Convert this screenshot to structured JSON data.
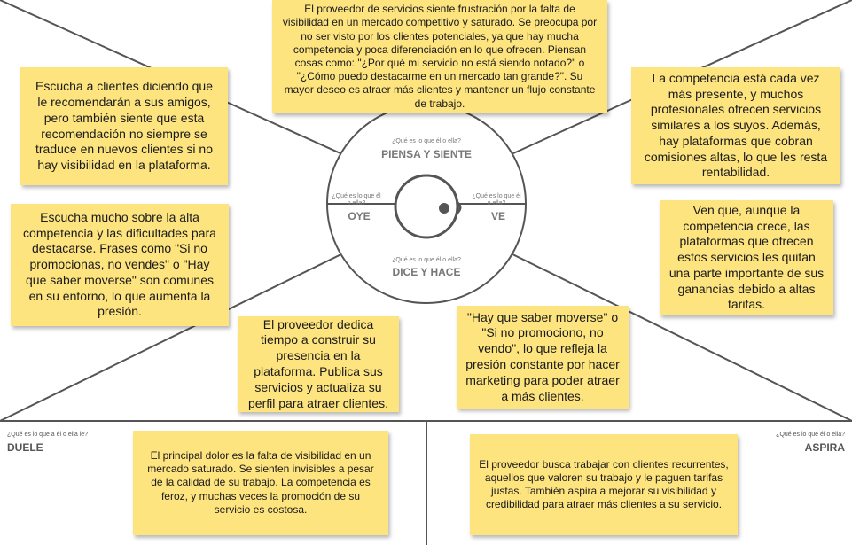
{
  "center": {
    "question": "¿Qué es lo que él o ella?",
    "piensa_label": "PIENSA Y SIENTE",
    "oye_question": "¿Qué es lo que él o ella?",
    "oye_label": "OYE",
    "ve_question": "¿Qué es lo que él o ella?",
    "ve_label": "VE",
    "dice_label": "DICE Y HACE"
  },
  "bottom": {
    "duele_question": "¿Qué es lo que a él o ella le?",
    "duele_label": "DUELE",
    "aspira_question": "¿Qué es lo que él o ella?",
    "aspira_label": "ASPIRA"
  },
  "notes": {
    "piensa": "El proveedor de servicios siente frustración por la falta de visibilidad en un mercado competitivo y saturado. Se preocupa por no ser visto por los clientes potenciales, ya que hay mucha competencia y poca diferenciación en lo que ofrecen. Piensan cosas como: \"¿Por qué mi servicio no está siendo notado?\" o \"¿Cómo puedo destacarme en un mercado tan grande?\". Su mayor deseo es atraer más clientes y mantener un flujo constante de trabajo.",
    "oye_1": "Escucha a clientes diciendo que le recomendarán a sus amigos, pero también siente que esta recomendación no siempre se traduce en nuevos clientes si no hay visibilidad en la plataforma.",
    "oye_2": "Escucha mucho sobre la alta competencia y las dificultades para destacarse. Frases como \"Si no promocionas, no vendes\" o \"Hay que saber moverse\" son comunes en su entorno, lo que aumenta la presión.",
    "ve_1": "La competencia está cada vez más presente, y muchos profesionales ofrecen servicios similares a los suyos. Además, hay plataformas que cobran comisiones altas, lo que les resta rentabilidad.",
    "ve_2": "Ven que, aunque la competencia crece, las plataformas que ofrecen estos servicios les quitan una parte importante de sus ganancias debido a altas tarifas.",
    "dice_1": "El proveedor dedica tiempo a construir su presencia en la plataforma. Publica sus servicios y actualiza su perfil para atraer clientes.",
    "dice_2": "\"Hay que saber moverse\" o \"Si no promociono, no vendo\", lo que refleja la presión constante por hacer marketing para poder atraer a más clientes.",
    "duele": "El principal dolor es la falta de visibilidad en un mercado saturado. Se sienten invisibles a pesar de la calidad de su trabajo. La competencia es feroz, y muchas veces la promoción de su servicio es costosa.",
    "aspira": "El proveedor busca trabajar con clientes recurrentes, aquellos que valoren su trabajo y le paguen tarifas justas. También aspira a mejorar su visibilidad y credibilidad para atraer más clientes a su servicio."
  },
  "colors": {
    "note": "#fde47f",
    "lines": "#555555",
    "label": "#777777"
  }
}
